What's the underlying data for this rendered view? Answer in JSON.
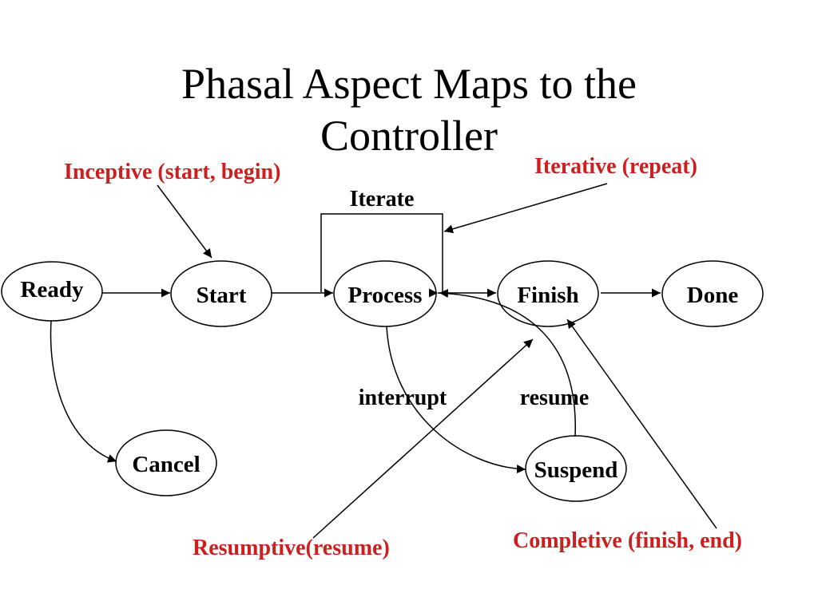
{
  "title": {
    "line1": "Phasal Aspect Maps to the",
    "line2": "Controller"
  },
  "colors": {
    "annotation": "#cc1f1f",
    "stroke": "#000000",
    "text": "#000000"
  },
  "states": {
    "ready": "Ready",
    "start": "Start",
    "process": "Process",
    "finish": "Finish",
    "done": "Done",
    "cancel": "Cancel",
    "suspend": "Suspend"
  },
  "transitions": {
    "iterate": "Iterate",
    "interrupt": "interrupt",
    "resume": "resume"
  },
  "annotations": {
    "inceptive": "Inceptive (start, begin)",
    "iterative": "Iterative (repeat)",
    "resumptive": "Resumptive(resume)",
    "completive": "Completive (finish, end)"
  }
}
